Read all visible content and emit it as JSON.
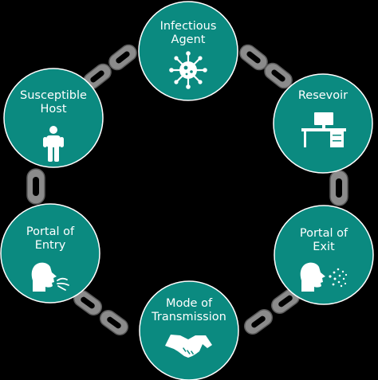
{
  "diagram": {
    "title": "",
    "nodes": [
      {
        "id": "infectious-agent",
        "line1": "Infectious",
        "line2": "Agent",
        "icon": "virus-icon"
      },
      {
        "id": "resevoir",
        "line1": "Resevoir",
        "line2": "",
        "icon": "desk-icon"
      },
      {
        "id": "portal-of-exit",
        "line1": "Portal of",
        "line2": "Exit",
        "icon": "person-sneezing-icon"
      },
      {
        "id": "mode-of-transmission",
        "line1": "Mode of",
        "line2": "Transmission",
        "icon": "handshake-icon"
      },
      {
        "id": "portal-of-entry",
        "line1": "Portal of",
        "line2": "Entry",
        "icon": "person-inhaling-icon"
      },
      {
        "id": "susceptible-host",
        "line1": "Susceptible",
        "line2": "Host",
        "icon": "person-icon"
      }
    ],
    "connections": [
      {
        "from": "infectious-agent",
        "to": "resevoir",
        "style": "chain-link"
      },
      {
        "from": "resevoir",
        "to": "portal-of-exit",
        "style": "chain-link"
      },
      {
        "from": "portal-of-exit",
        "to": "mode-of-transmission",
        "style": "chain-link"
      },
      {
        "from": "mode-of-transmission",
        "to": "portal-of-entry",
        "style": "chain-link"
      },
      {
        "from": "portal-of-entry",
        "to": "susceptible-host",
        "style": "chain-link"
      },
      {
        "from": "susceptible-host",
        "to": "infectious-agent",
        "style": "chain-link"
      }
    ],
    "colors": {
      "node_fill": "#0b8a80",
      "node_stroke": "#ffffff",
      "chain": "#8b8b8b",
      "icon": "#ffffff",
      "background": "#000000"
    }
  }
}
